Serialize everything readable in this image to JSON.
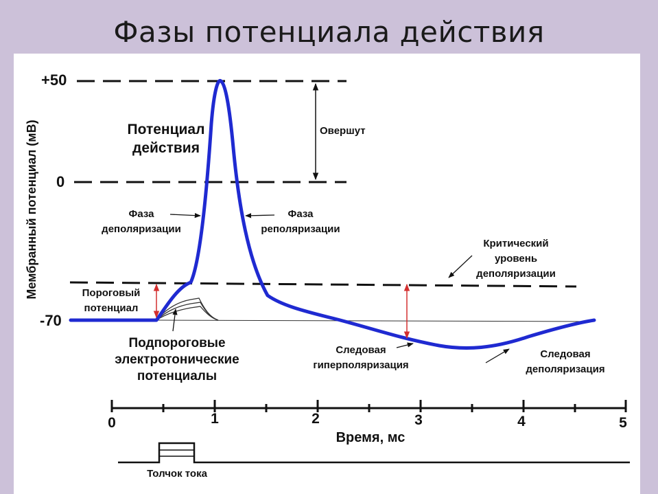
{
  "slide": {
    "title": "Фазы потенциала действия"
  },
  "colors": {
    "background": "#ccc1d9",
    "panel": "#ffffff",
    "curve": "#1f2ad1",
    "threshold_arrow": "#d32f2f",
    "ink": "#111111"
  },
  "diagram": {
    "y_axis_label": "Мембранный потенциал (мВ)",
    "y_ticks": [
      "+50",
      "0",
      "-70"
    ],
    "x_axis_label": "Время, мс",
    "x_ticks": [
      "0",
      "1",
      "2",
      "3",
      "4",
      "5"
    ],
    "labels": {
      "action_potential_line1": "Потенциал",
      "action_potential_line2": "действия",
      "overshoot": "Овершут",
      "depolarization_line1": "Фаза",
      "depolarization_line2": "деполяризации",
      "repolarization_line1": "Фаза",
      "repolarization_line2": "реполяризации",
      "critical_line1": "Критический",
      "critical_line2": "уровень",
      "critical_line3": "деполяризации",
      "threshold_line1": "Пороговый",
      "threshold_line2": "потенциал",
      "subthreshold_line1": "Подпороговые",
      "subthreshold_line2": "электротонические",
      "subthreshold_line3": "потенциалы",
      "hyperpol_line1": "Следовая",
      "hyperpol_line2": "гиперполяризация",
      "trace_depol_line1": "Следовая",
      "trace_depol_line2": "деполяризация",
      "stimulus": "Толчок тока"
    }
  }
}
